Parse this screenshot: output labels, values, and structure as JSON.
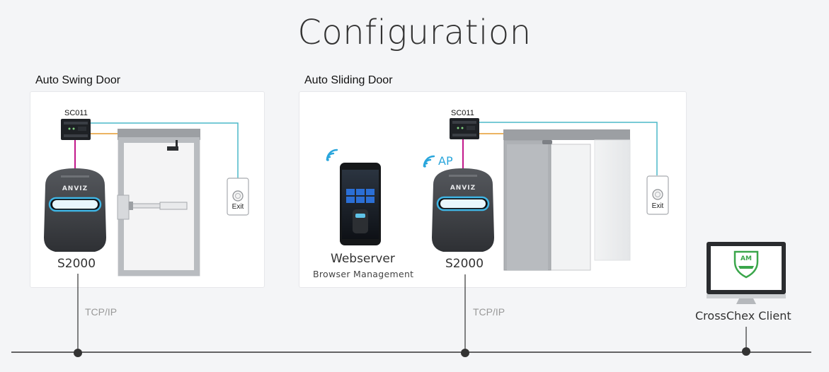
{
  "title": "Configuration",
  "sections": {
    "swing": {
      "label": "Auto Swing Door",
      "controller": "SC011",
      "reader": "S2000",
      "reader_brand": "ANVIZ",
      "exit_button": "Exit",
      "protocol": "TCP/IP"
    },
    "sliding": {
      "label": "Auto Sliding Door",
      "controller": "SC011",
      "reader": "S2000",
      "reader_brand": "ANVIZ",
      "wifi_label": "AP",
      "exit_button": "Exit",
      "webserver_label": "Webserver",
      "webserver_sub": "Browser Management",
      "protocol": "TCP/IP"
    }
  },
  "client": {
    "label": "CrossChex Client",
    "logo_text": "AM"
  },
  "colors": {
    "wiegand_line": "#c2188b",
    "network_line": "#4bb9c9",
    "relay_line": "#e69a2e",
    "wifi": "#2aa6dc",
    "bus": "#333333",
    "shield": "#3aa64a"
  }
}
